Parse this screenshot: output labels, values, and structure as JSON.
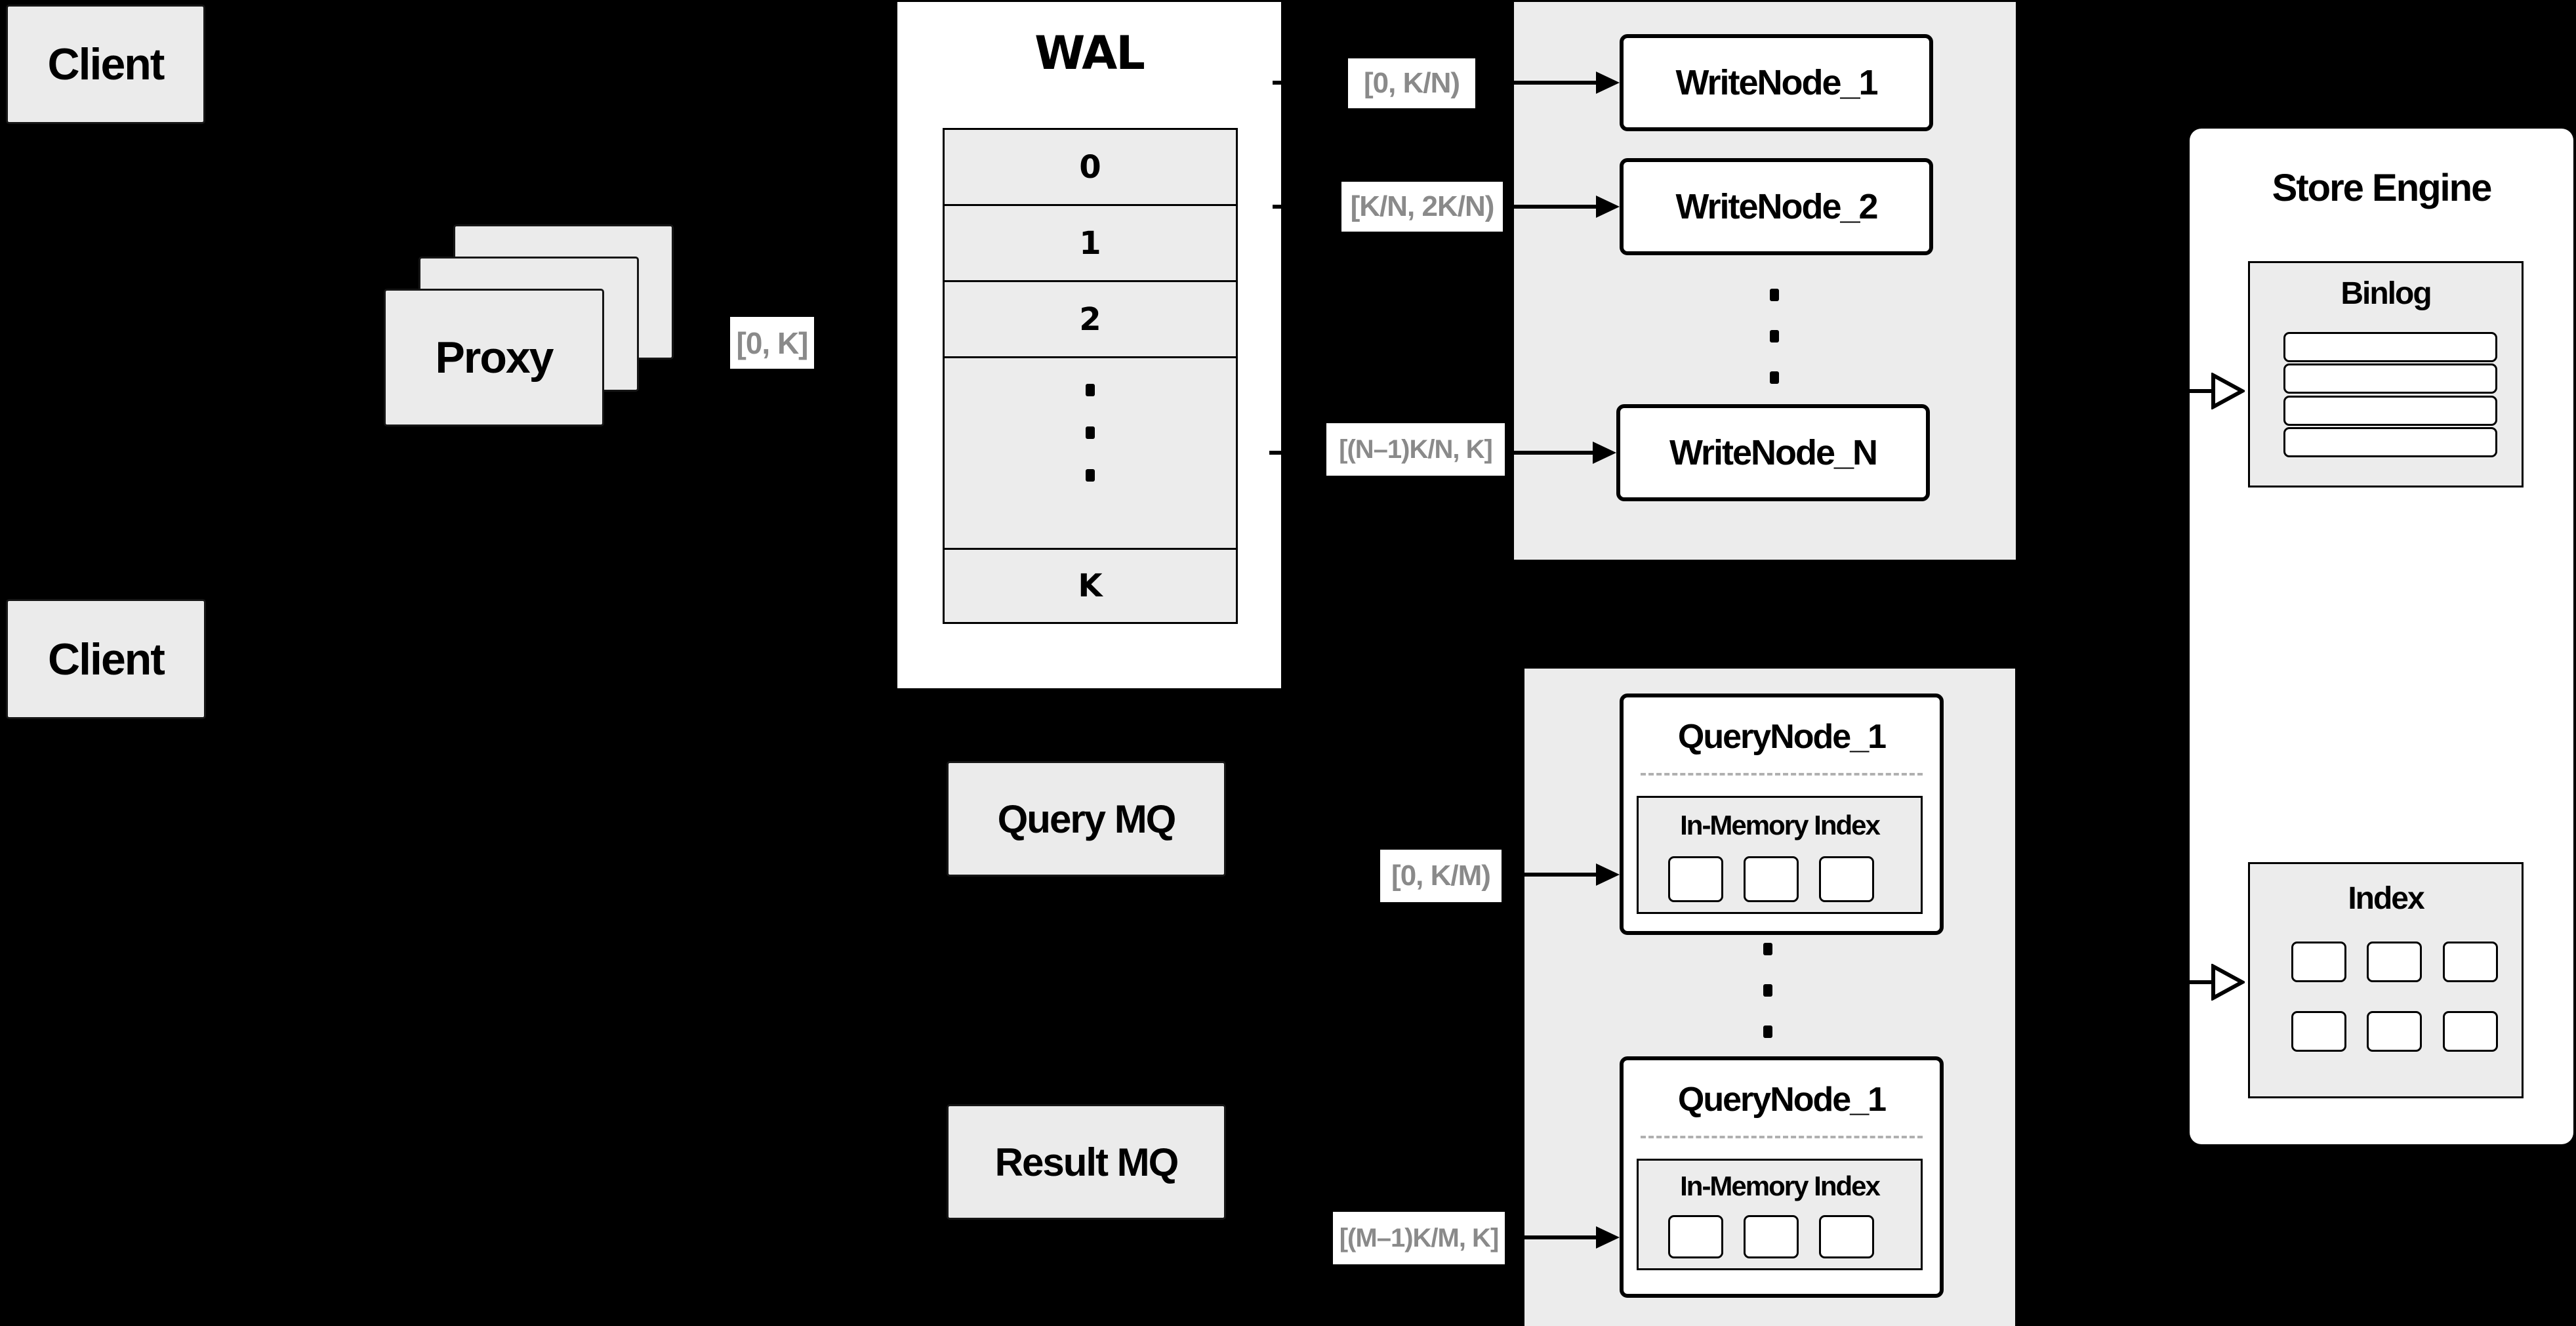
{
  "colors": {
    "background": "#000000",
    "panel_white": "#ffffff",
    "box_gray": "#ebebeb",
    "container_gray": "#ececec",
    "border_black": "#000000",
    "range_label_text": "#8a8a8a",
    "dashed_divider": "#b0b0b0"
  },
  "client_top": {
    "label": "Client"
  },
  "client_bottom": {
    "label": "Client"
  },
  "proxy": {
    "label": "Proxy"
  },
  "range_labels": {
    "proxy_to_wal": "[0, K]",
    "write_node_1": "[0, K/N)",
    "write_node_2": "[K/N, 2K/N)",
    "write_node_n": "[(N–1)K/N, K]",
    "query_node_1": "[0, K/M)",
    "query_node_m": "[(M–1)K/M, K]"
  },
  "wal": {
    "title": "WAL",
    "row_0": "0",
    "row_1": "1",
    "row_2": "2",
    "row_k": "K"
  },
  "write_nodes": {
    "node_1": "WriteNode_1",
    "node_2": "WriteNode_2",
    "node_n": "WriteNode_N"
  },
  "query_mq": {
    "label": "Query MQ"
  },
  "result_mq": {
    "label": "Result MQ"
  },
  "query_nodes": {
    "top": {
      "title": "QueryNode_1",
      "memory_index_label": "In-Memory Index"
    },
    "bottom": {
      "title": "QueryNode_1",
      "memory_index_label": "In-Memory Index"
    }
  },
  "store_engine": {
    "title": "Store Engine",
    "binlog": {
      "title": "Binlog",
      "segment_count": 4
    },
    "index": {
      "title": "Index",
      "cell_count": 6
    }
  }
}
